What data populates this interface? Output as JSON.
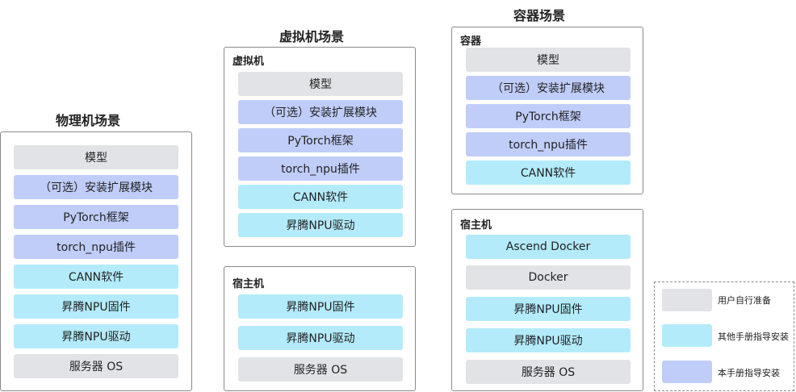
{
  "legend": {
    "user_prepared": "用户自行准备",
    "other_manual": "其他手册指导安装",
    "this_manual": "本手册指导安装",
    "colors": {
      "user": "#e1e3e6",
      "other": "#b3ebfb",
      "this": "#c0cdf9"
    }
  },
  "physical": {
    "title": "物理机场景",
    "layers": [
      "模型",
      "（可选）安装扩展模块",
      "PyTorch框架",
      "torch_npu插件",
      "CANN软件",
      "昇腾NPU固件",
      "昇腾NPU驱动",
      "服务器 OS"
    ]
  },
  "vm": {
    "title": "虚拟机场景",
    "guest": {
      "label": "虚拟机",
      "layers": [
        "模型",
        "（可选）安装扩展模块",
        "PyTorch框架",
        "torch_npu插件",
        "CANN软件",
        "昇腾NPU驱动"
      ]
    },
    "host": {
      "label": "宿主机",
      "layers": [
        "昇腾NPU固件",
        "昇腾NPU驱动",
        "服务器 OS"
      ]
    }
  },
  "container": {
    "title": "容器场景",
    "guest": {
      "label": "容器",
      "layers": [
        "模型",
        "（可选）安装扩展模块",
        "PyTorch框架",
        "torch_npu插件",
        "CANN软件"
      ]
    },
    "host": {
      "label": "宿主机",
      "layers": [
        "Ascend Docker",
        "Docker",
        "昇腾NPU固件",
        "昇腾NPU驱动",
        "服务器 OS"
      ]
    }
  }
}
